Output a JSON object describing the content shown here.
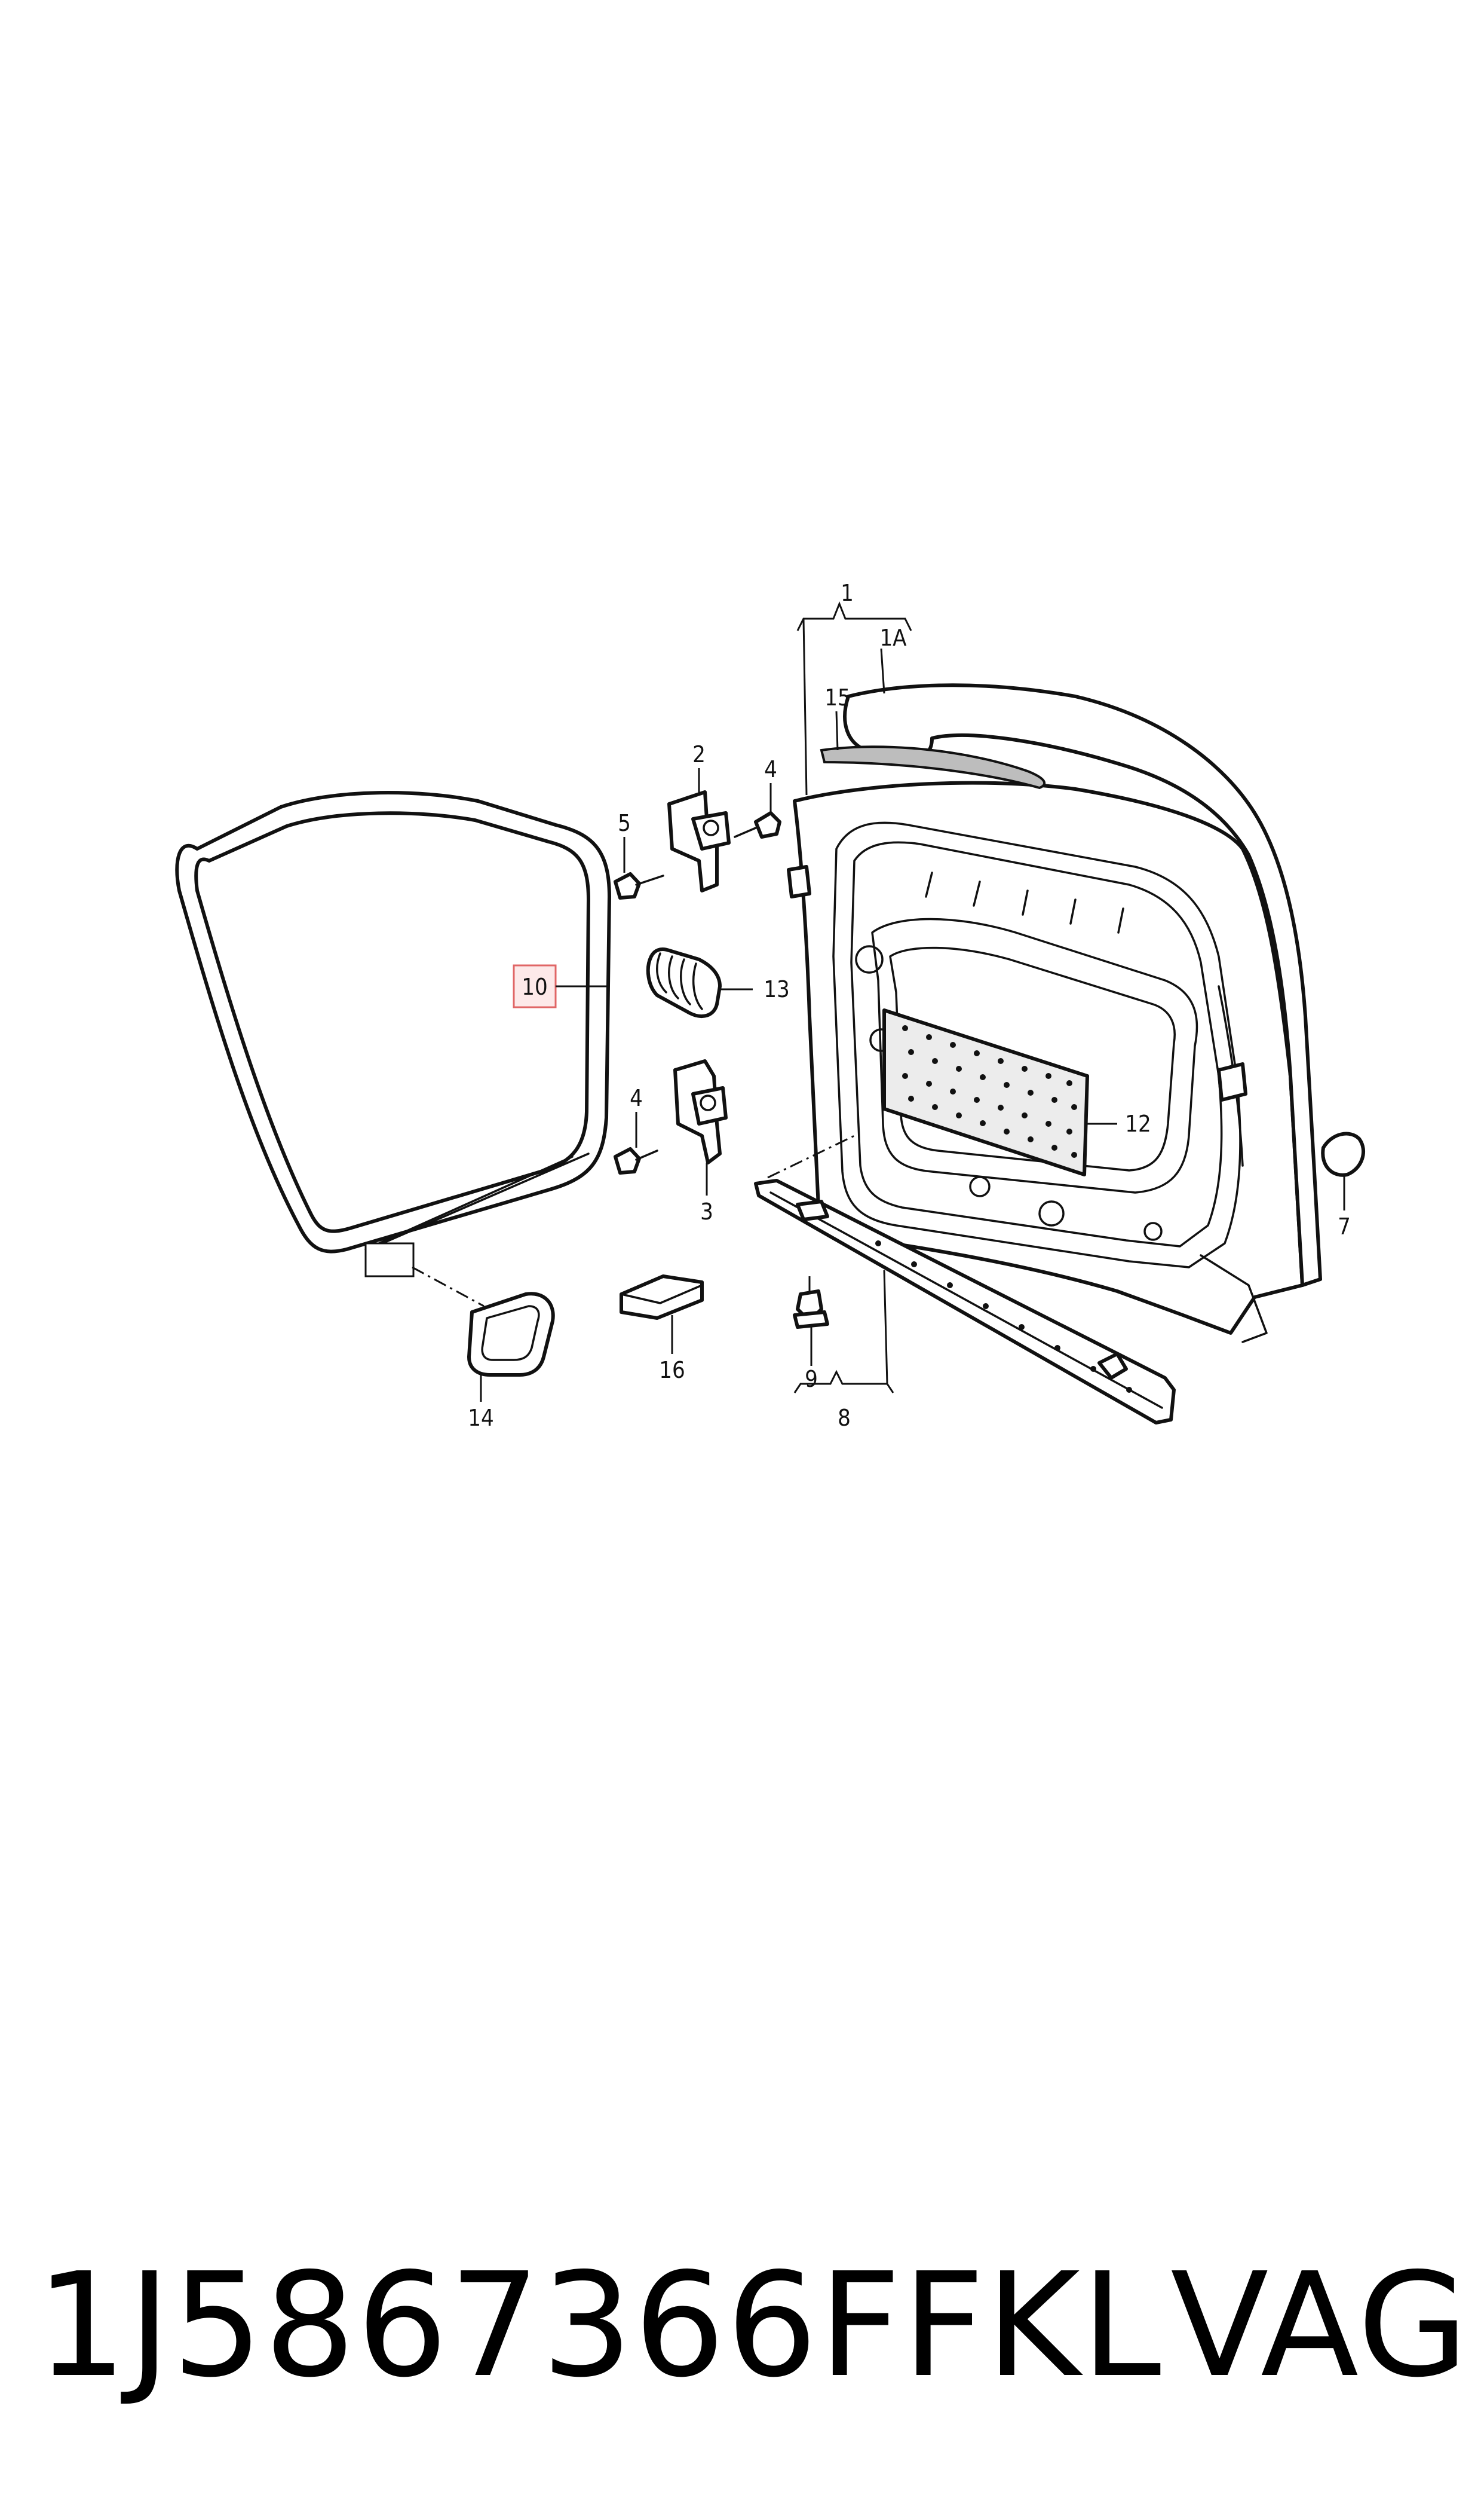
{
  "callouts": {
    "c1": "1",
    "c1a": "1A",
    "c2": "2",
    "c3": "3",
    "c4a": "4",
    "c4b": "4",
    "c5": "5",
    "c7": "7",
    "c8": "8",
    "c9": "9",
    "c10": "10",
    "c12": "12",
    "c13": "13",
    "c14": "14",
    "c15": "15",
    "c16": "16"
  },
  "highlight_color": "#e06666",
  "caption": {
    "part_number": "1J5867366FFKL",
    "brand": "VAG"
  }
}
